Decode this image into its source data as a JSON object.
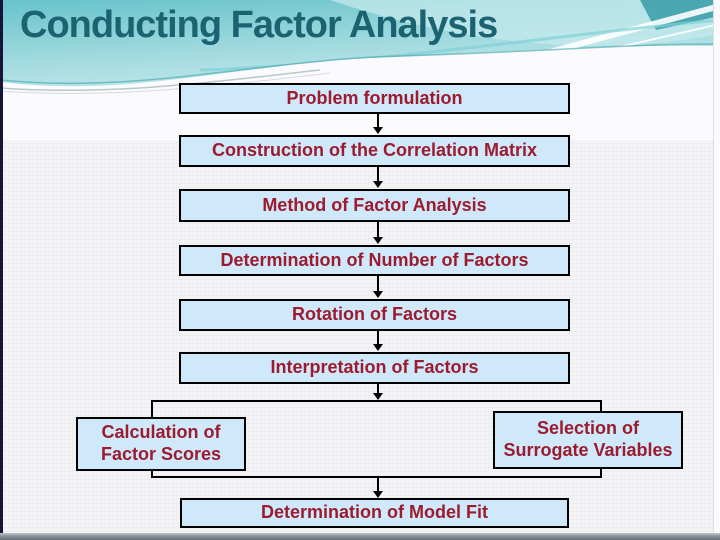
{
  "title": "Conducting Factor Analysis",
  "colors": {
    "title_text": "#1c6371",
    "box_fill": "#cfe9fa",
    "box_border": "#000000",
    "box_text": "#9c1b2f",
    "banner_teal": "#79cbd1",
    "edge_left": "#15153a",
    "bottom_strip": "#8b9199"
  },
  "flowchart": {
    "steps": [
      "Problem formulation",
      "Construction of the Correlation Matrix",
      "Method of Factor Analysis",
      "Determination of Number of Factors",
      "Rotation of Factors",
      "Interpretation of Factors"
    ],
    "branches": {
      "left": {
        "line1": "Calculation of",
        "line2": "Factor Scores"
      },
      "right": {
        "line1": "Selection of",
        "line2": "Surrogate Variables"
      }
    },
    "final": "Determination of Model Fit"
  }
}
